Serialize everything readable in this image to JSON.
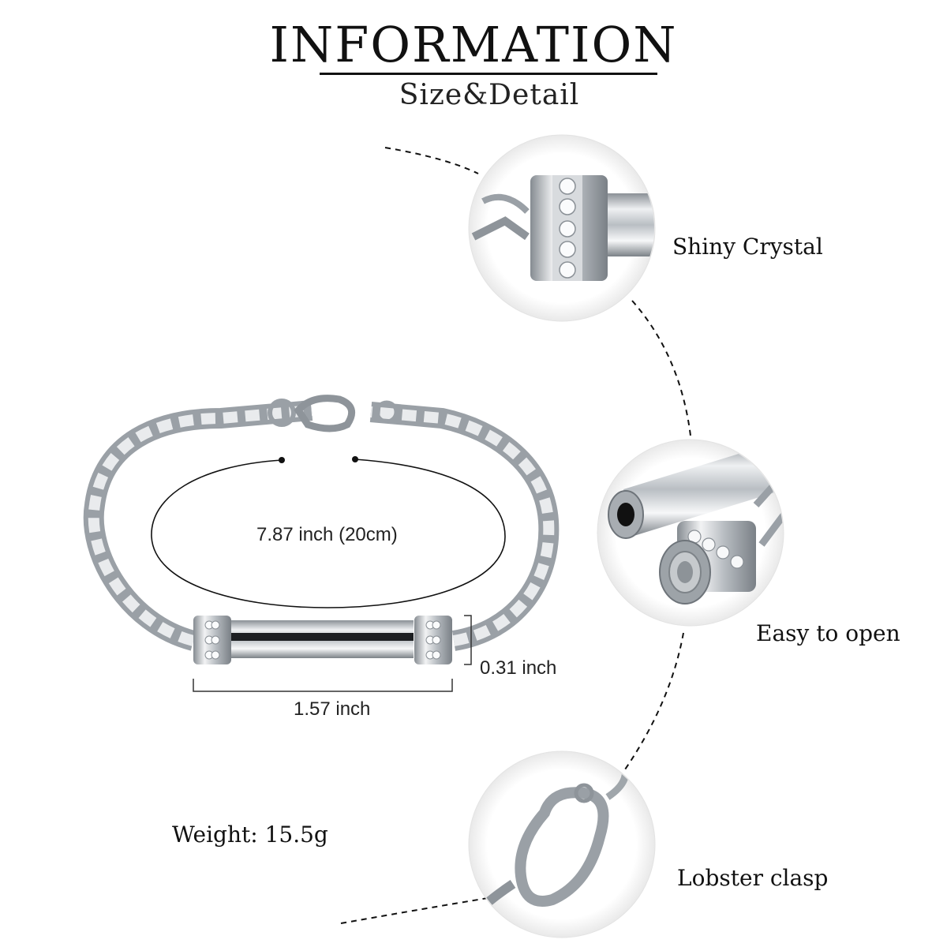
{
  "header": {
    "title": "INFORMATION",
    "subtitle": "Size&Detail"
  },
  "features": [
    {
      "label": "Shiny Crystal",
      "icon": "crystal-cap-closeup"
    },
    {
      "label": "Easy to open",
      "icon": "threaded-open-tube-closeup"
    },
    {
      "label": "Lobster clasp",
      "icon": "lobster-clasp-closeup"
    }
  ],
  "dimensions": {
    "length": "7.87 inch (20cm)",
    "bar_width": "1.57 inch",
    "bar_height": "0.31 inch"
  },
  "weight": "Weight: 15.5g",
  "colors": {
    "text": "#111111",
    "metal": "#c9cdd1",
    "metal_dark": "#6e747a",
    "crystal": "#f2f4f6"
  }
}
